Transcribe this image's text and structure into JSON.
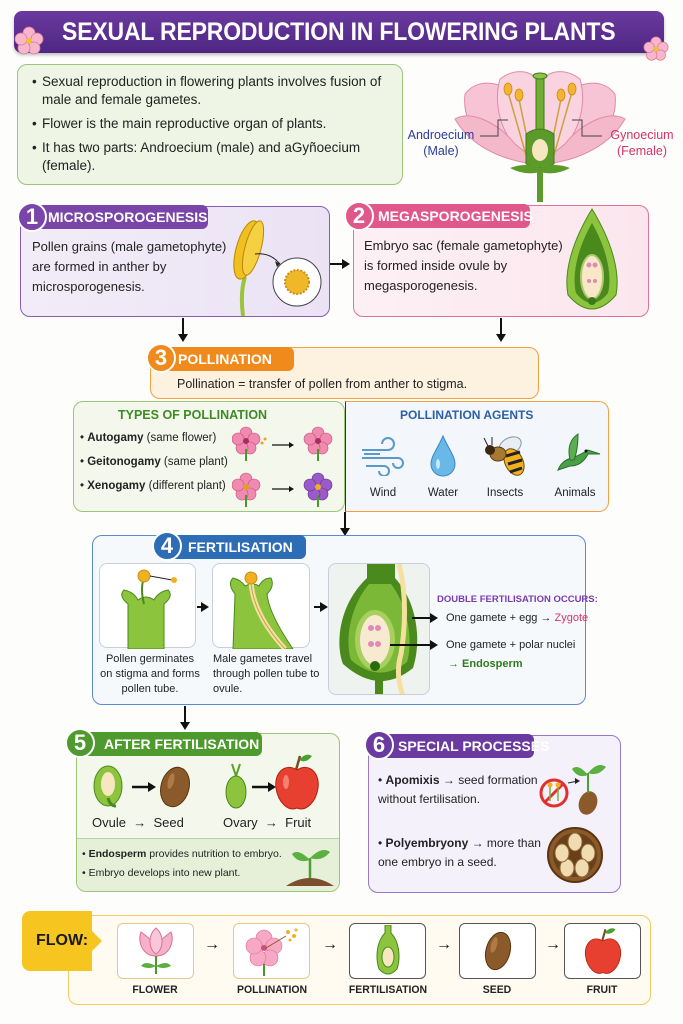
{
  "header": {
    "title": "SEXUAL REPRODUCTION IN FLOWERING PLANTS",
    "accent_color": "#5a2d8f"
  },
  "intro": {
    "bullets": [
      "Sexual reproduction in flowering plants involves fusion of male and female gametes.",
      "Flower is the main reproductive organ of plants.",
      "It has two parts: Androecium (male) and aGyñoecium (female)."
    ]
  },
  "flower_diagram": {
    "male_label_line1": "Androecium",
    "male_label_line2": "(Male)",
    "female_label_line1": "Gynoecium",
    "female_label_line2": "(Female)"
  },
  "sections": {
    "microsporogenesis": {
      "number": "1",
      "title": "MICROSPOROGENESIS",
      "text": "Pollen grains (male gametophyte) are formed in anther by microsporogenesis.",
      "color": "#7a45a8"
    },
    "megasporogenesis": {
      "number": "2",
      "title": "MEGASPOROGENESIS",
      "text": "Embryo sac (female gametophyte) is formed inside ovule by megasporogenesis.",
      "color": "#e0588a"
    },
    "pollination": {
      "number": "3",
      "title": "POLLINATION",
      "text": "Pollination = transfer of pollen from anther to stigma.",
      "color": "#f08a1c",
      "types_title": "TYPES OF POLLINATION",
      "types": [
        {
          "name": "Autogamy",
          "desc": "(same flower)"
        },
        {
          "name": "Geitonogamy",
          "desc": "(same plant)"
        },
        {
          "name": "Xenogamy",
          "desc": "(different plant)"
        }
      ],
      "agents_title": "POLLINATION AGENTS",
      "agents": [
        {
          "label": "Wind",
          "icon": "wind-icon"
        },
        {
          "label": "Water",
          "icon": "water-drop-icon"
        },
        {
          "label": "Insects",
          "icon": "bee-icon"
        },
        {
          "label": "Animals",
          "icon": "hummingbird-icon"
        }
      ]
    },
    "fertilisation": {
      "number": "4",
      "title": "FERTILISATION",
      "color": "#2d6db5",
      "step1_caption": "Pollen germinates on stigma and forms pollen tube.",
      "step2_caption": "Male gametes travel through pollen tube to ovule.",
      "double_title": "DOUBLE FERTILISATION OCCURS:",
      "line1_prefix": "One gamete + egg →",
      "line1_result": "Zygote",
      "line2_prefix": "One gamete + polar nuclei",
      "line2_result": "→ Endosperm"
    },
    "after_fertilisation": {
      "number": "5",
      "title": "AFTER FERTILISATION",
      "color": "#4f9a2e",
      "ovule": "Ovule",
      "seed": "Seed",
      "ovary": "Ovary",
      "fruit": "Fruit",
      "arrow": "→",
      "note1_bold": "Endosperm",
      "note1_rest": " provides nutrition to embryo.",
      "note2": "Embryo develops into new plant."
    },
    "special_processes": {
      "number": "6",
      "title": "SPECIAL PROCESSES",
      "color": "#6b3aa0",
      "item1_bold": "Apomixis",
      "item1_rest": " → seed formation without fertilisation.",
      "item2_bold": "Polyembryony",
      "item2_rest": " → more than one embryo in a seed."
    }
  },
  "flow": {
    "label": "FLOW:",
    "steps": [
      "FLOWER",
      "POLLINATION",
      "FERTILISATION",
      "SEED",
      "FRUIT"
    ],
    "arrow": "→",
    "color": "#f7c520"
  }
}
